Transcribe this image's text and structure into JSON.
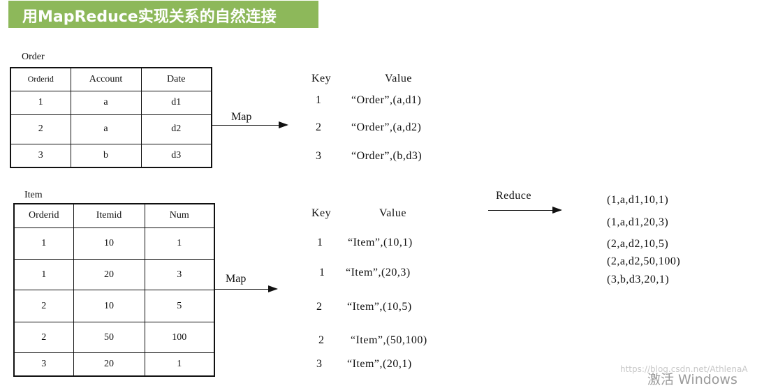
{
  "title": "用MapReduce实现关系的自然连接",
  "order_table": {
    "caption": "Order",
    "headers": [
      "Orderid",
      "Account",
      "Date"
    ],
    "rows": [
      [
        "1",
        "a",
        "d1"
      ],
      [
        "2",
        "a",
        "d2"
      ],
      [
        "3",
        "b",
        "d3"
      ]
    ]
  },
  "item_table": {
    "caption": "Item",
    "headers": [
      "Orderid",
      "Itemid",
      "Num"
    ],
    "rows": [
      [
        "1",
        "10",
        "1"
      ],
      [
        "1",
        "20",
        "3"
      ],
      [
        "2",
        "10",
        "5"
      ],
      [
        "2",
        "50",
        "100"
      ],
      [
        "3",
        "20",
        "1"
      ]
    ]
  },
  "map_order": {
    "arrow_label": "Map",
    "key_header": "Key",
    "value_header": "Value",
    "pairs": [
      {
        "key": "1",
        "value": "“Order”,(a,d1)"
      },
      {
        "key": "2",
        "value": "“Order”,(a,d2)"
      },
      {
        "key": "3",
        "value": "“Order”,(b,d3)"
      }
    ]
  },
  "map_item": {
    "arrow_label": "Map",
    "key_header": "Key",
    "value_header": "Value",
    "pairs": [
      {
        "key": "1",
        "value": "“Item”,(10,1)"
      },
      {
        "key": "1",
        "value": "“Item”,(20,3)"
      },
      {
        "key": "2",
        "value": "“Item”,(10,5)"
      },
      {
        "key": "2",
        "value": "“Item”,(50,100)"
      },
      {
        "key": "3",
        "value": "“Item”,(20,1)"
      }
    ]
  },
  "reduce": {
    "arrow_label": "Reduce",
    "results": [
      "(1,a,d1,10,1)",
      "(1,a,d1,20,3)",
      "(2,a,d2,10,5)",
      "(2,a,d2,50,100)",
      "(3,b,d3,20,1)"
    ]
  },
  "watermark": {
    "url": "https://blog.csdn.net/AthlenaA",
    "activation": "激活 Windows"
  }
}
